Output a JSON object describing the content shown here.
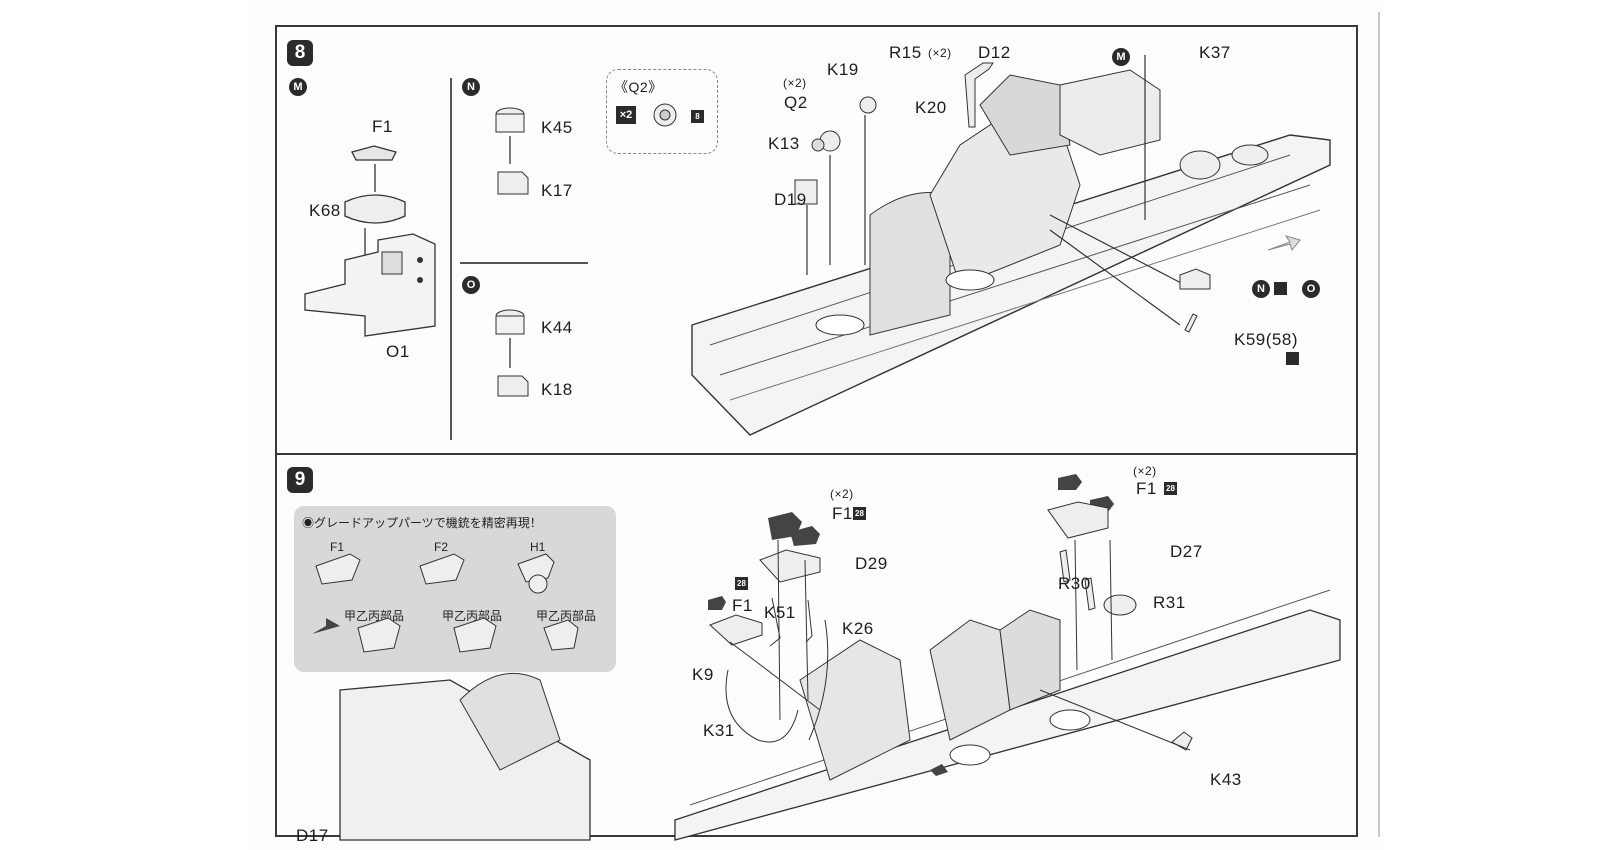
{
  "steps": {
    "step8": "8",
    "step9": "9"
  },
  "step8": {
    "variant_m": "M",
    "variant_n": "N",
    "variant_o": "O",
    "m_labels": {
      "f1": "F1",
      "k68": "K68",
      "o1": "O1"
    },
    "n_labels": {
      "k45": "K45",
      "k17": "K17"
    },
    "o_labels": {
      "k44": "K44",
      "k18": "K18"
    },
    "q2_box": {
      "title": "《Q2》",
      "count": "×2",
      "ref": "8"
    },
    "ship_labels": {
      "q2": "Q2",
      "q2_qty": "(×2)",
      "k19": "K19",
      "r15": "R15",
      "r15_qty": "(×2)",
      "d12": "D12",
      "m": "M",
      "k37": "K37",
      "k13": "K13",
      "k20": "K20",
      "d19": "D19",
      "n": "N",
      "o": "O",
      "k59": "K59(58)"
    }
  },
  "step9": {
    "panel": {
      "title": "◉グレードアップパーツで機銃を精密再現！",
      "top_labels": [
        "F1",
        "F2",
        "H1"
      ],
      "bottom_labels": [
        "甲乙丙部品",
        "甲乙丙部品",
        "甲乙丙部品"
      ]
    },
    "ship_labels": {
      "f1_a_qty": "(×2)",
      "f1_a": "F1",
      "f1_a_ref": "28",
      "d29": "D29",
      "k51": "K51",
      "k26": "K26",
      "f1_c_ref": "28",
      "f1_c": "F1",
      "k9": "K9",
      "k31": "K31",
      "f1_b_qty": "(×2)",
      "f1_b": "F1",
      "f1_b_ref": "28",
      "d27": "D27",
      "r30": "R30",
      "r31": "R31",
      "k43": "K43",
      "d17": "D17"
    }
  }
}
